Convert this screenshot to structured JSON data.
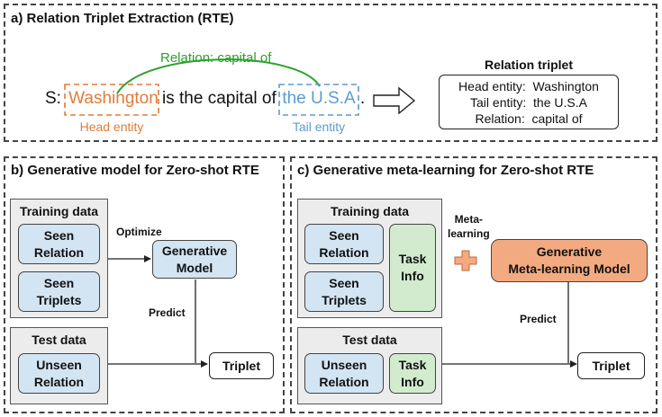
{
  "panel_a": {
    "title": "a) Relation Triplet Extraction (RTE)",
    "sentence_prefix": "S:",
    "head": "Washington",
    "middle": "is the capital of",
    "tail": "the U.S.A",
    "end": ".",
    "head_label": "Head entity",
    "tail_label": "Tail entity",
    "relation_label": "Relation: capital of",
    "triplet_title": "Relation triplet",
    "triplet_lines": [
      "Head entity:  Washington",
      "Tail entity:  the U.S.A",
      "Relation:  capital of"
    ]
  },
  "panel_b": {
    "title": "b) Generative model for Zero-shot RTE",
    "training_title": "Training data",
    "seen_relation": "Seen\nRelation",
    "seen_triplets": "Seen\nTriplets",
    "optimize": "Optimize",
    "generative_model": "Generative\nModel",
    "predict": "Predict",
    "test_title": "Test data",
    "unseen_relation": "Unseen\nRelation",
    "triplet": "Triplet"
  },
  "panel_c": {
    "title": "c) Generative meta-learning for Zero-shot RTE",
    "training_title": "Training data",
    "seen_relation": "Seen\nRelation",
    "seen_triplets": "Seen\nTriplets",
    "task_info": "Task\nInfo",
    "meta_learning": "Meta-\nlearning",
    "plus": "+",
    "meta_model": "Generative\nMeta-learning Model",
    "predict": "Predict",
    "test_title": "Test data",
    "unseen_relation": "Unseen\nRelation",
    "test_task_info": "Task\nInfo",
    "triplet": "Triplet"
  },
  "colors": {
    "head": "#e07b39",
    "tail": "#5b9bd5",
    "relation": "#2ca02c",
    "blue_box": "#d3e4f3",
    "green_box": "#d2ebcf",
    "orange_box": "#f3aa80"
  }
}
